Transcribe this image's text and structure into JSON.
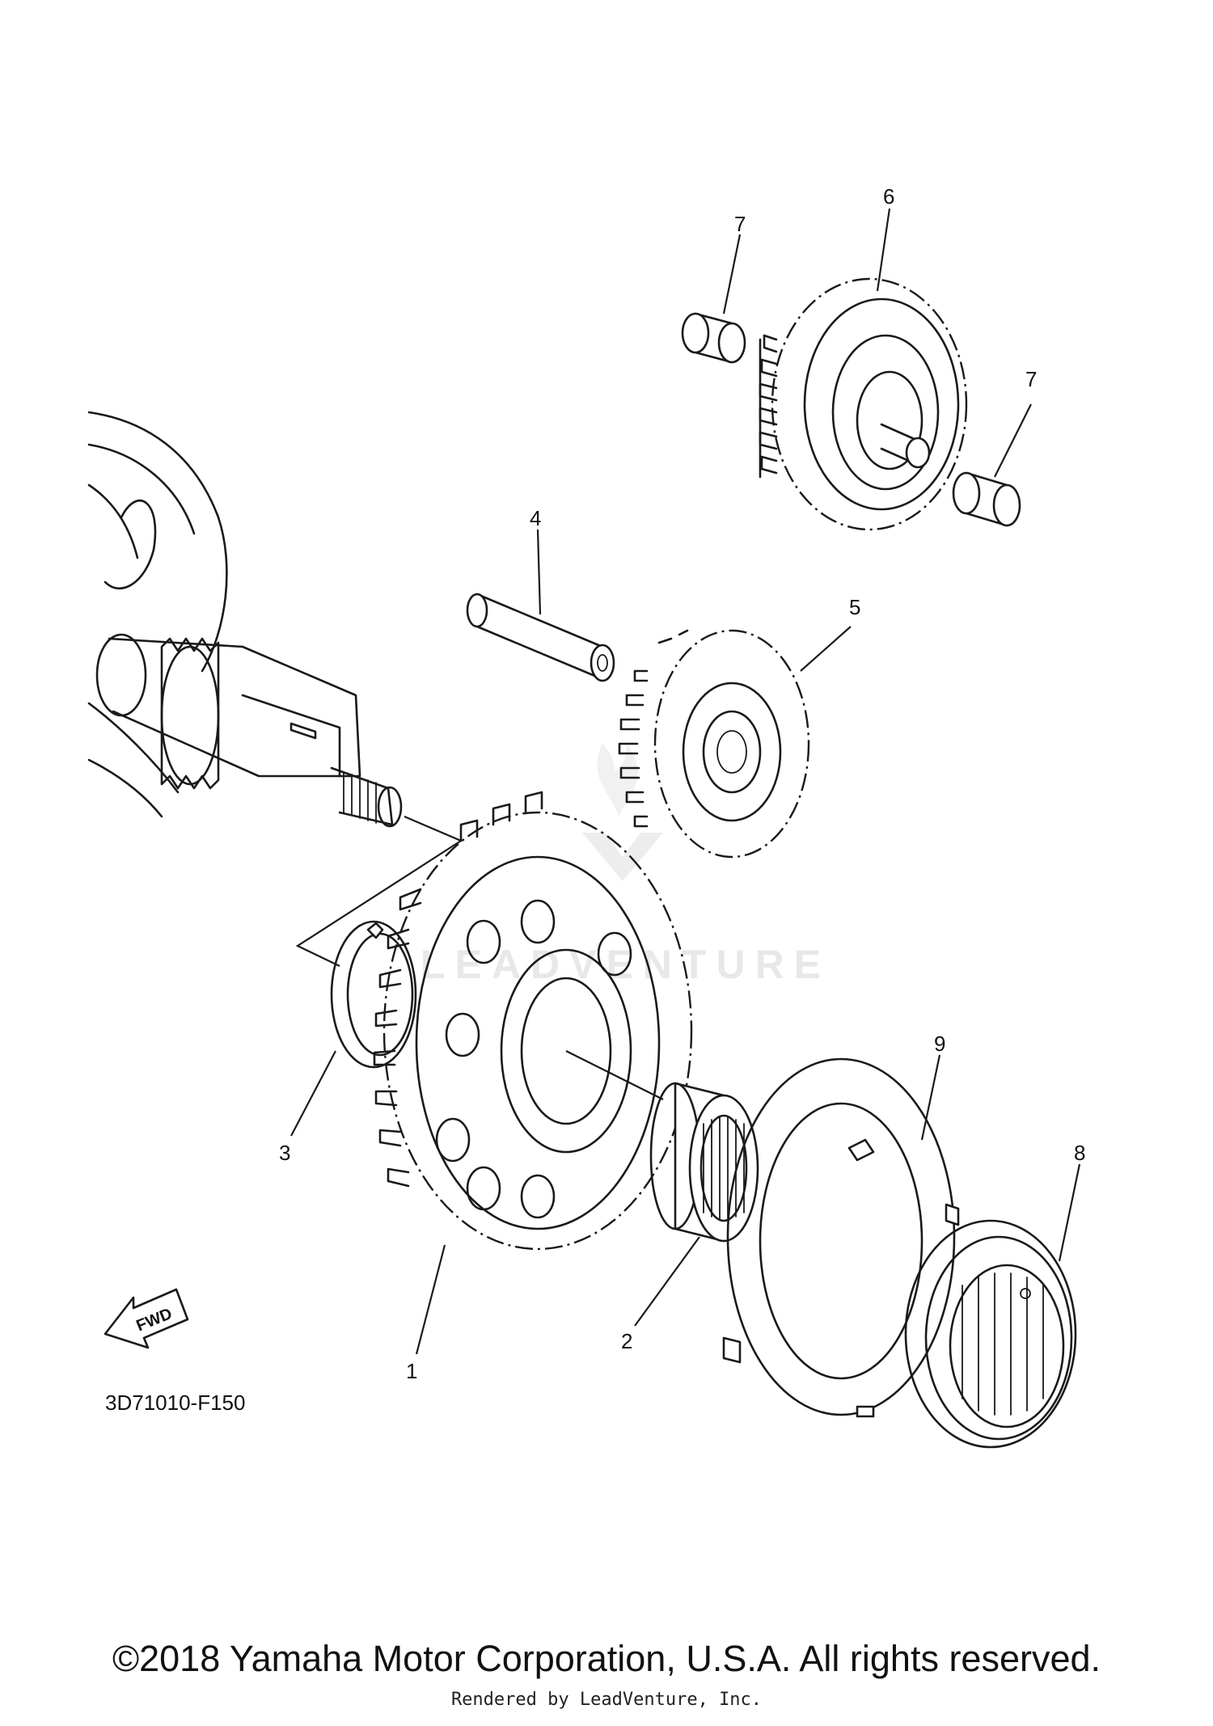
{
  "diagram": {
    "callouts": [
      {
        "id": "1",
        "label": "1"
      },
      {
        "id": "2",
        "label": "2"
      },
      {
        "id": "3",
        "label": "3"
      },
      {
        "id": "4",
        "label": "4"
      },
      {
        "id": "5",
        "label": "5"
      },
      {
        "id": "6",
        "label": "6"
      },
      {
        "id": "7a",
        "label": "7"
      },
      {
        "id": "7b",
        "label": "7"
      },
      {
        "id": "8",
        "label": "8"
      },
      {
        "id": "9",
        "label": "9"
      }
    ],
    "fwd_label": "FWD",
    "code": "3D71010-F150",
    "watermark": "LEADVENTURE"
  },
  "footer": {
    "copyright": "©2018 Yamaha Motor Corporation, U.S.A. All rights reserved.",
    "rendered_by": "Rendered by LeadVenture, Inc."
  }
}
